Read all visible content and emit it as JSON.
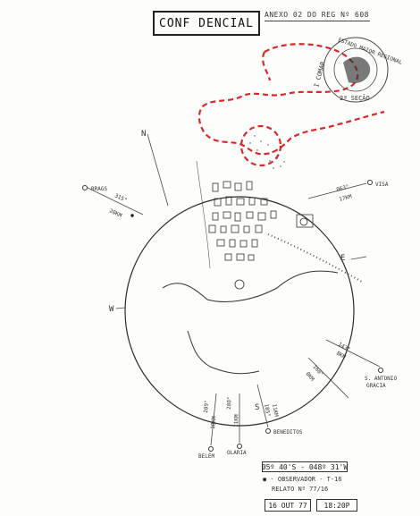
{
  "header": {
    "classification": "CONF DENCIAL",
    "annex": "ANEXO 02 DO REG Nº 608"
  },
  "seal": {
    "text_top": "I COMAR",
    "text_ring": "ESTADO MAIOR REGIONAL",
    "text_bottom": "2ª SEÇÃO"
  },
  "compass": {
    "N": "N",
    "E": "E",
    "S": "S",
    "W": "W"
  },
  "bearings": {
    "left_top": "315°",
    "left_top_km": "20KM",
    "right_top": "063°",
    "right_top_km": "17KM",
    "right_bottom": "143°",
    "right_bottom_km": "8KM",
    "bottom_right": "160°",
    "bottom_right_km": "8KM",
    "bottom_mid": "185°",
    "bottom_mid_km": "11KM",
    "bottom_left1": "200°",
    "bottom_left1_km": "11KM",
    "bottom_left2": "209°",
    "bottom_left2_km": "18KM"
  },
  "places": {
    "bragança": "BRAGS",
    "viseu": "VISA",
    "sao_antonio": "S. ANTONIO",
    "sao_antonio2": "GRACIA",
    "benedito": "BENEDITOS",
    "belem": "BELÉM",
    "olaria": "OLARIA"
  },
  "footer": {
    "coords": "05º 40'S - 048º 31'W",
    "observer": "● - OBSERVADOR - T-16",
    "report": "RELATO Nº 77/16",
    "date": "16 OUT 77",
    "time": "18:20P"
  },
  "colors": {
    "ink": "#2a2a2a",
    "red_trace": "#d8282a",
    "paper": "#fdfdfb"
  }
}
